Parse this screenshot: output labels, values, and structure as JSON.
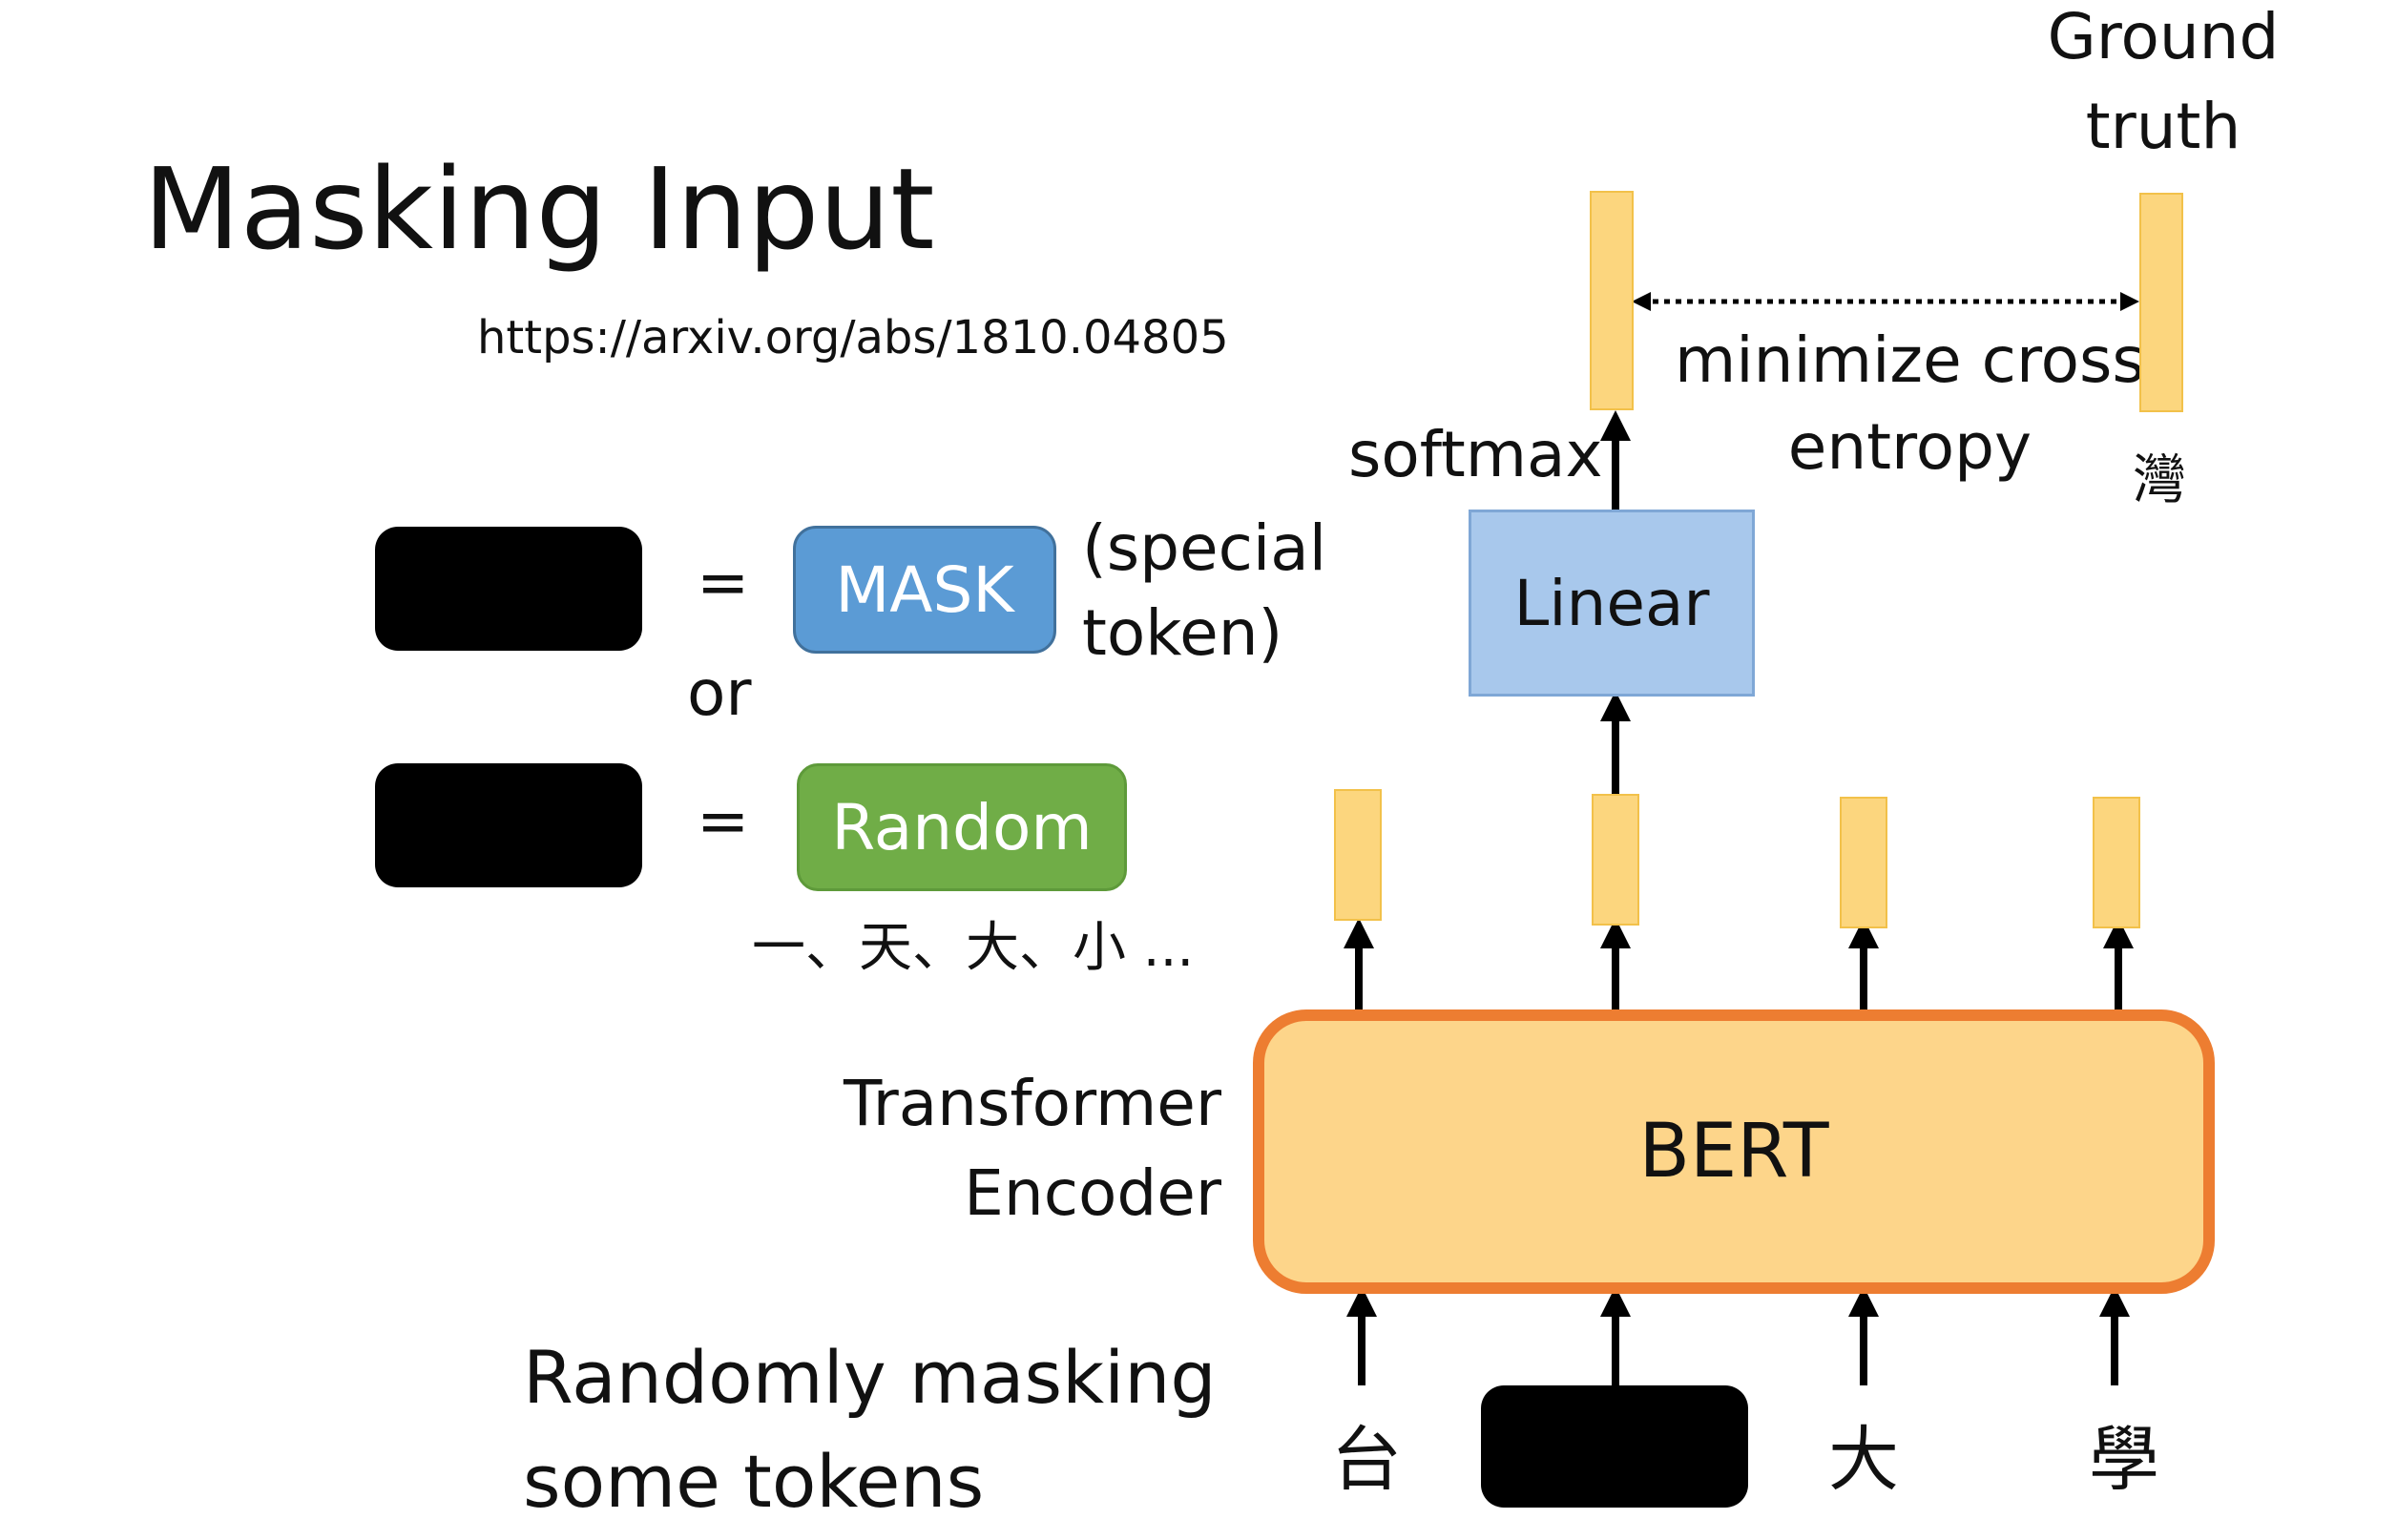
{
  "title": "Masking Input",
  "url": "https://arxiv.org/abs/1810.04805",
  "legend": {
    "equals_sign": "=",
    "or": "or",
    "mask_label": "MASK",
    "special_token_note": [
      "(special",
      "token)"
    ],
    "random_label": "Random",
    "random_examples": "一、天、大、小 ..."
  },
  "encoder_label": [
    "Transformer",
    "Encoder"
  ],
  "bert_label": "BERT",
  "linear_label": "Linear",
  "softmax_label": "softmax",
  "loss_label": [
    "minimize cross",
    "entropy"
  ],
  "ground_truth_label": [
    "Ground",
    "truth"
  ],
  "ground_truth_token": "灣",
  "input_tokens": [
    "台",
    "",
    "大",
    "學"
  ],
  "caption": [
    "Randomly masking",
    "some tokens"
  ],
  "colors": {
    "mask_blue": "#5b9bd5",
    "random_green": "#70ad47",
    "bert_fill": "#fdd58a",
    "bert_border": "#ed7d31",
    "linear_fill": "#a8c8ec",
    "vector_fill": "#fcd67e",
    "truth_dot": "#ed7d31"
  }
}
